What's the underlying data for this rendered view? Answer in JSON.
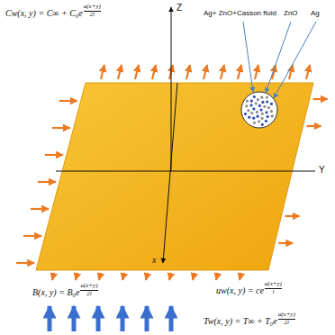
{
  "diagram": {
    "labels": [
      "Cw(x, y) = C∞ + C₀e",
      "a(x+y)",
      "2l",
      "Z",
      "Ag+ ZnO+Casson fluid",
      "ZnO",
      "Ag",
      "Y",
      "x",
      "uw(x, y) = ce",
      "a(x+y)",
      "l",
      "B(x, y) = B₀e",
      "a(x+y)",
      "2l",
      "Tw(x, y) = T∞ + T₀e",
      "a(x+y)",
      "2l"
    ]
  }
}
